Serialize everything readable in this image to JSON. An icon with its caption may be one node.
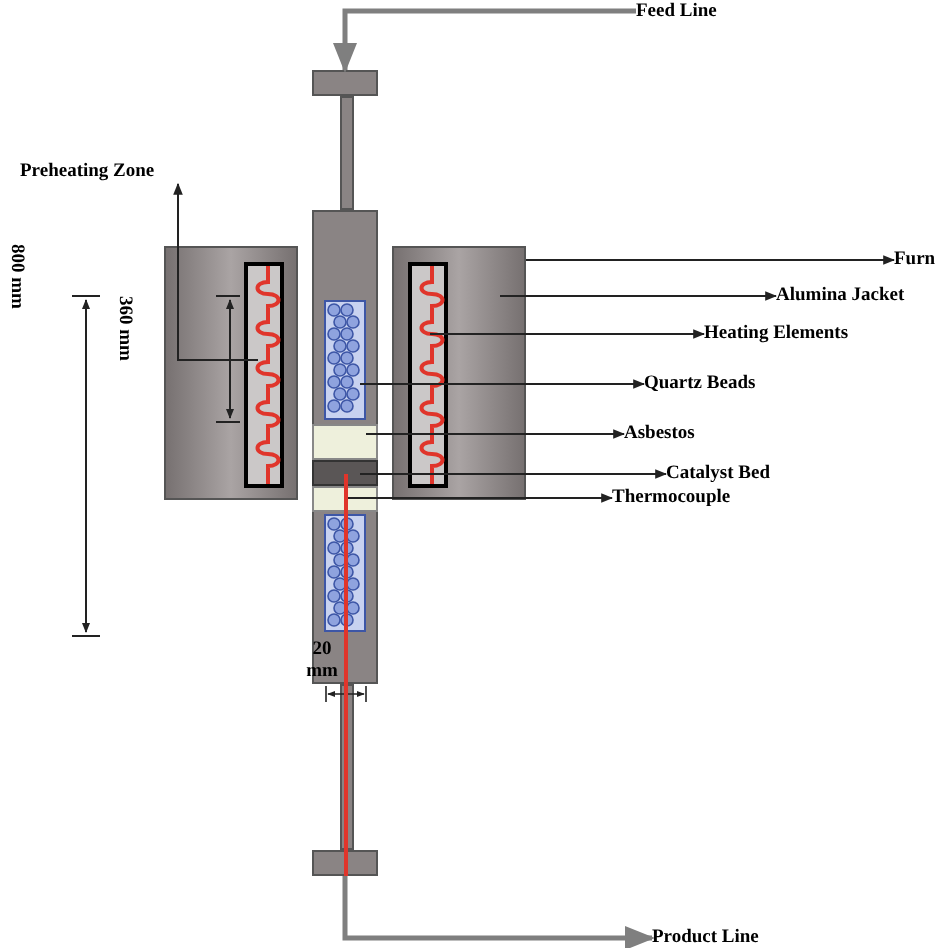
{
  "diagram": {
    "nodes": [
      {
        "text": [
          "Feed Line"
        ]
      },
      {
        "text": [],
        "shape": "box"
      },
      {
        "text": [
          "Preheating Zone"
        ]
      },
      {
        "text": [
          "Furn"
        ]
      },
      {
        "text": [],
        "shape": "box"
      },
      {
        "text": [],
        "shape": "box"
      },
      {
        "text": [],
        "shape": "box",
        "in": 4
      },
      {
        "text": [],
        "shape": "box",
        "in": 5
      },
      {
        "text": [
          "Alumina Jacket"
        ]
      },
      {
        "text": [
          "Heating Elements"
        ]
      },
      {
        "text": [],
        "shape": "box"
      },
      {
        "text": [
          "Quartz Beads"
        ]
      },
      {
        "text": [
          "Asbestos"
        ]
      },
      {
        "text": [],
        "shape": "box"
      },
      {
        "text": [],
        "shape": "box"
      },
      {
        "text": [
          "Catalyst Bed"
        ]
      },
      {
        "text": [
          "Thermocouple"
        ]
      },
      {
        "text": [],
        "shape": "bar"
      },
      {
        "text": [],
        "shape": "box"
      },
      {
        "text": [],
        "shape": "box"
      },
      {
        "text": [
          "Product Line"
        ]
      }
    ],
    "edges": [
      {
        "from": 0,
        "to": 1,
        "arrow": "to",
        "style": "thick",
        "color": "#7f7f7f"
      },
      {
        "from": 6,
        "to": 2,
        "arrow": "to"
      },
      {
        "from": 5,
        "to": 3,
        "arrow": "to"
      },
      {
        "from": 5,
        "to": 8,
        "arrow": "to"
      },
      {
        "from": 7,
        "to": 9,
        "arrow": "to"
      },
      {
        "from": 10,
        "to": 11,
        "arrow": "to"
      },
      {
        "from": 13,
        "to": 12,
        "arrow": "to"
      },
      {
        "from": 14,
        "to": 15,
        "arrow": "to"
      },
      {
        "from": 17,
        "to": 16,
        "arrow": "to"
      },
      {
        "from": 19,
        "to": 20,
        "arrow": "to",
        "style": "thick",
        "color": "#7f7f7f"
      }
    ],
    "labels": [
      "800 mm",
      "360 mm",
      "20 mm"
    ]
  }
}
